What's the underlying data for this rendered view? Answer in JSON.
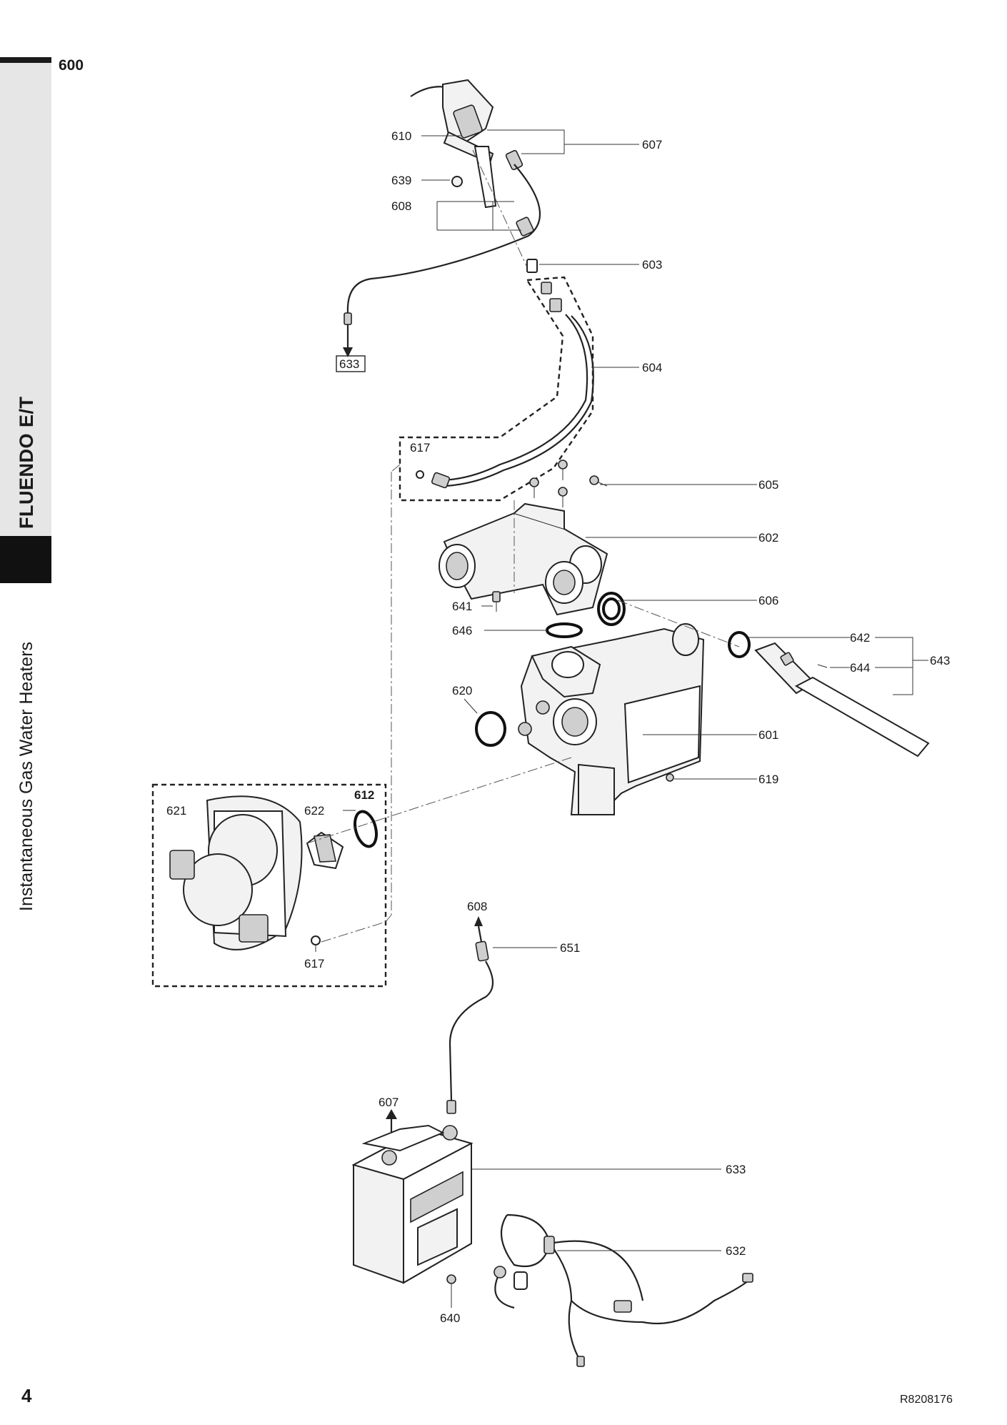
{
  "page": {
    "section": "600",
    "page_number": "4",
    "reference_code": "R8208176"
  },
  "sidebar": {
    "product": "FLUENDO E/T",
    "category": "Instantaneous Gas Water Heaters"
  },
  "callouts": {
    "c610": "610",
    "c607a": "607",
    "c639": "639",
    "c608a": "608",
    "c603": "603",
    "c604": "604",
    "c633a": "633",
    "c617a": "617",
    "c605": "605",
    "c602": "602",
    "c641": "641",
    "c606": "606",
    "c646": "646",
    "c642": "642",
    "c644": "644",
    "c643": "643",
    "c620": "620",
    "c601": "601",
    "c619": "619",
    "c612": "612",
    "c621": "621",
    "c622": "622",
    "c617b": "617",
    "c608b": "608",
    "c651": "651",
    "c607b": "607",
    "c633b": "633",
    "c632": "632",
    "c640": "640"
  },
  "icons": [
    "arrow-icon"
  ]
}
